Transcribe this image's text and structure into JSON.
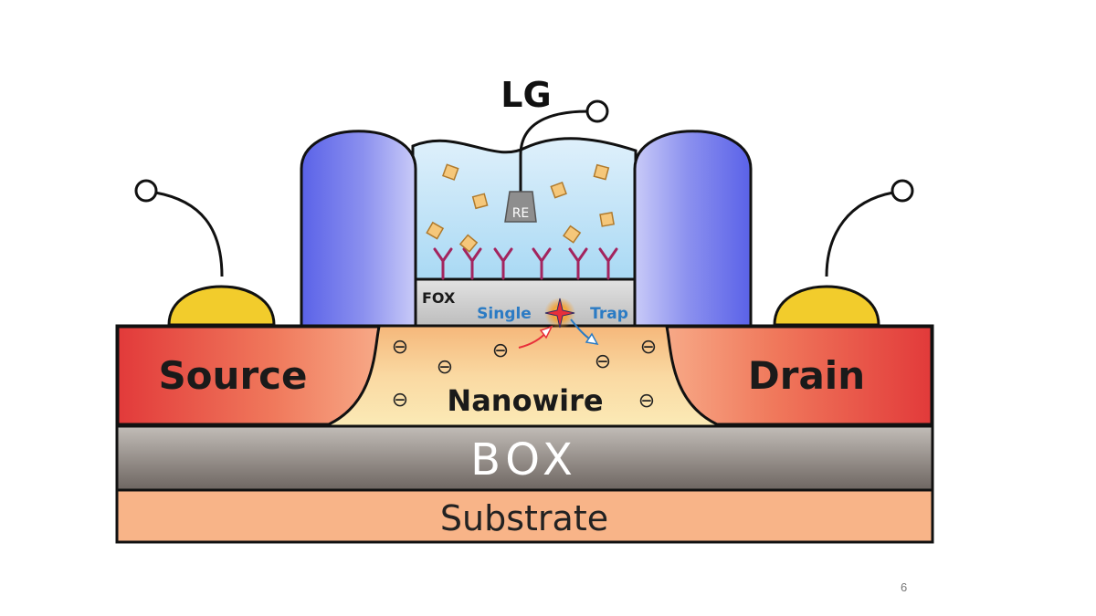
{
  "labels": {
    "lg": "LG",
    "re": "RE",
    "fox": "FOX",
    "single": "Single",
    "trap": "Trap",
    "source": "Source",
    "drain": "Drain",
    "nanowire": "Nanowire",
    "box": "BOX",
    "substrate": "Substrate",
    "electron": "⊖"
  },
  "page_number": "6",
  "colors": {
    "source_drain": "#e63c3c",
    "nanowire": "#f7c98a",
    "box": "#8c8580",
    "substrate": "#f8b488",
    "gate_spacer": "#5f66e6",
    "contact": "#f2cc2c",
    "electrolyte": "#c9e6f8",
    "antibody": "#a3245e",
    "single_trap_text": "#2b7bc4"
  }
}
